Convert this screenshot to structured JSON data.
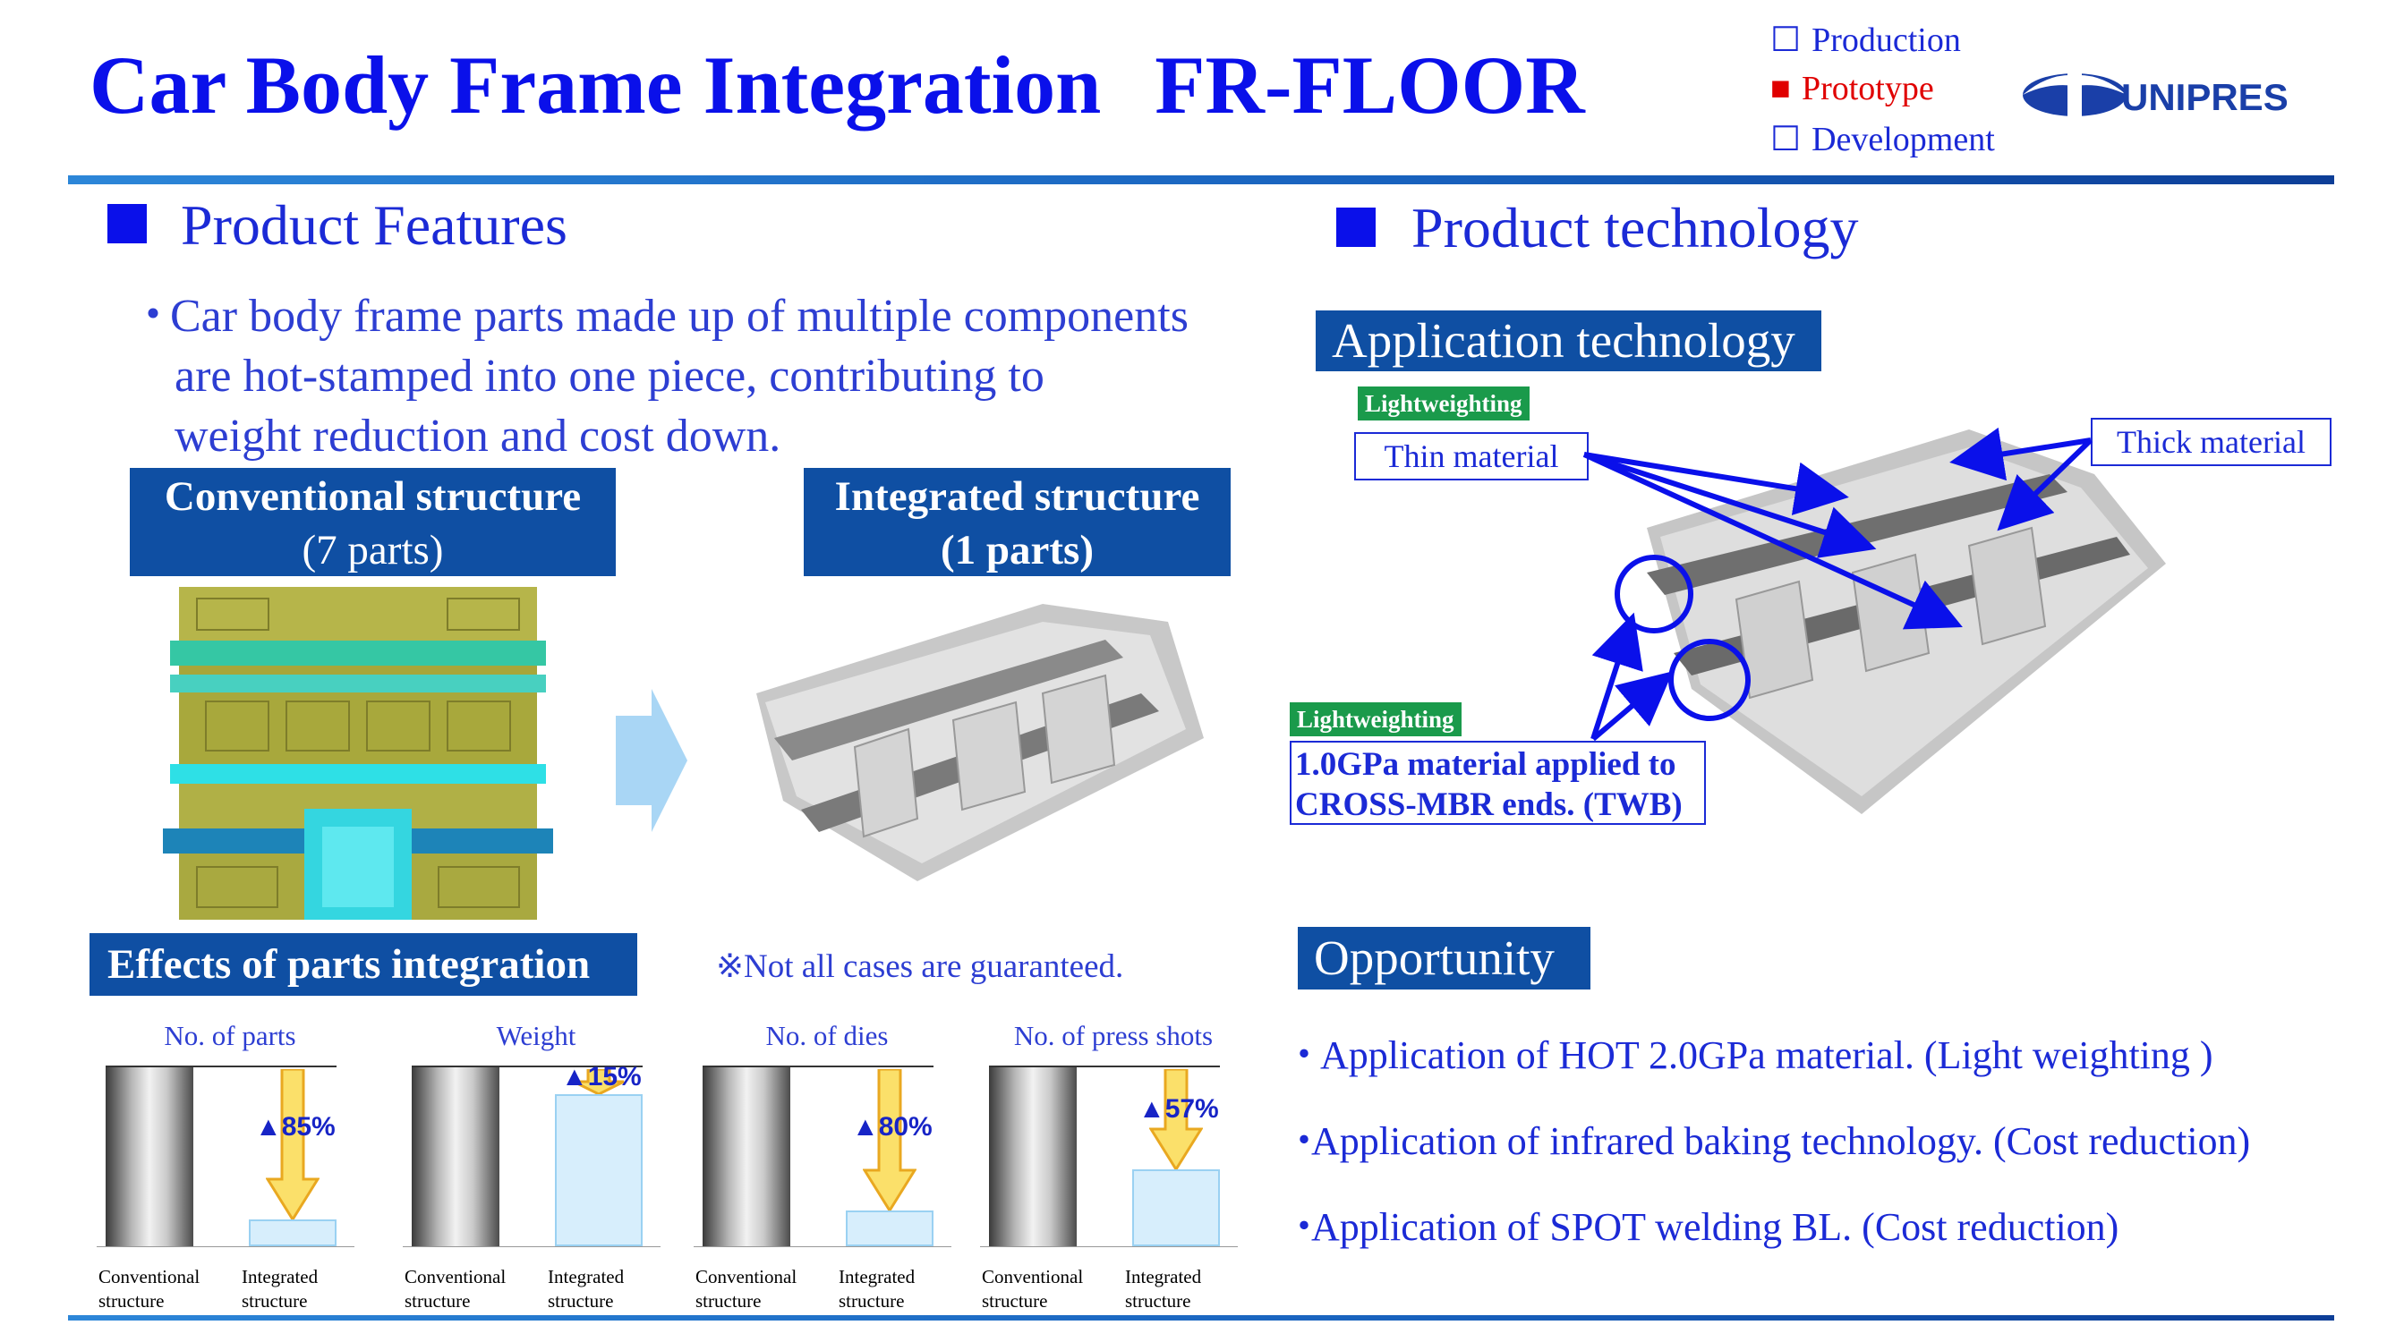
{
  "title": {
    "main": "Car Body Frame Integration",
    "sub": "FR-FLOOR"
  },
  "status": [
    {
      "box": "☐",
      "label": "Production"
    },
    {
      "box": "■",
      "label": "Prototype"
    },
    {
      "box": "☐",
      "label": "Development"
    }
  ],
  "logo": {
    "text": "UNIPRES"
  },
  "features": {
    "heading": "Product Features",
    "bullet": "・",
    "lines": [
      "Car body frame parts made up of multiple components",
      "are hot-stamped into one piece, contributing to",
      "weight reduction and cost down."
    ],
    "conventional": {
      "title": "Conventional structure",
      "sub": "(7 parts)"
    },
    "integrated": {
      "title": "Integrated structure",
      "sub": "(1 parts)"
    },
    "effects_title": "Effects of parts integration",
    "note": "※Not all cases are guaranteed."
  },
  "chart_data": [
    {
      "type": "bar",
      "title": "No. of parts",
      "categories": [
        "Conventional structure",
        "Integrated structure"
      ],
      "values": [
        100,
        15
      ],
      "annotation": "▲85%"
    },
    {
      "type": "bar",
      "title": "Weight",
      "categories": [
        "Conventional structure",
        "Integrated structure"
      ],
      "values": [
        100,
        85
      ],
      "annotation": "▲15%"
    },
    {
      "type": "bar",
      "title": "No. of dies",
      "categories": [
        "Conventional structure",
        "Integrated structure"
      ],
      "values": [
        100,
        20
      ],
      "annotation": "▲80%"
    },
    {
      "type": "bar",
      "title": "No. of press shots",
      "categories": [
        "Conventional structure",
        "Integrated structure"
      ],
      "values": [
        100,
        43
      ],
      "annotation": "▲57%"
    }
  ],
  "chart_cat_labels": {
    "conv": [
      "Conventional",
      "structure"
    ],
    "int": [
      "Integrated",
      "structure"
    ]
  },
  "technology": {
    "heading": "Product technology",
    "app_title": "Application technology",
    "tag1": "Lightweighting",
    "thin": "Thin material",
    "thick": "Thick material",
    "tag2": "Lightweighting",
    "gpa_lines": [
      "1.0GPa material applied to",
      "CROSS-MBR ends. (TWB)"
    ]
  },
  "opportunity": {
    "title": "Opportunity",
    "items": [
      {
        "bullet": "・",
        "text": "Application of HOT 2.0GPa material. (Light weighting )"
      },
      {
        "bullet": "・",
        "text": "Application of infrared baking technology. (Cost reduction)"
      },
      {
        "bullet": "・",
        "text": "Application of SPOT welding BL. (Cost reduction)"
      }
    ]
  },
  "colors": {
    "accent": "#0a10ea",
    "navy": "#0f4fa3",
    "text_blue": "#1b2ad6",
    "green": "#1a9a4b",
    "red": "#e00000"
  }
}
